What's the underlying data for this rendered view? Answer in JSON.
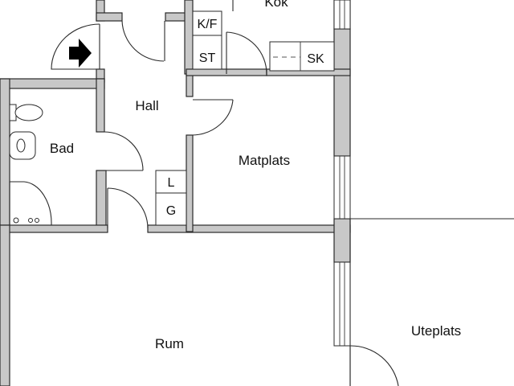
{
  "rooms": {
    "kok": "Kök",
    "hall": "Hall",
    "bad": "Bad",
    "matplats": "Matplats",
    "rum": "Rum",
    "uteplats": "Uteplats"
  },
  "fixtures": {
    "kf": "K/F",
    "st": "ST",
    "sk": "SK",
    "l": "L",
    "g": "G"
  },
  "icons": {
    "entrance": "entrance-arrow-icon",
    "toilet": "toilet-icon",
    "sink": "sink-icon",
    "shower": "shower-icon"
  }
}
